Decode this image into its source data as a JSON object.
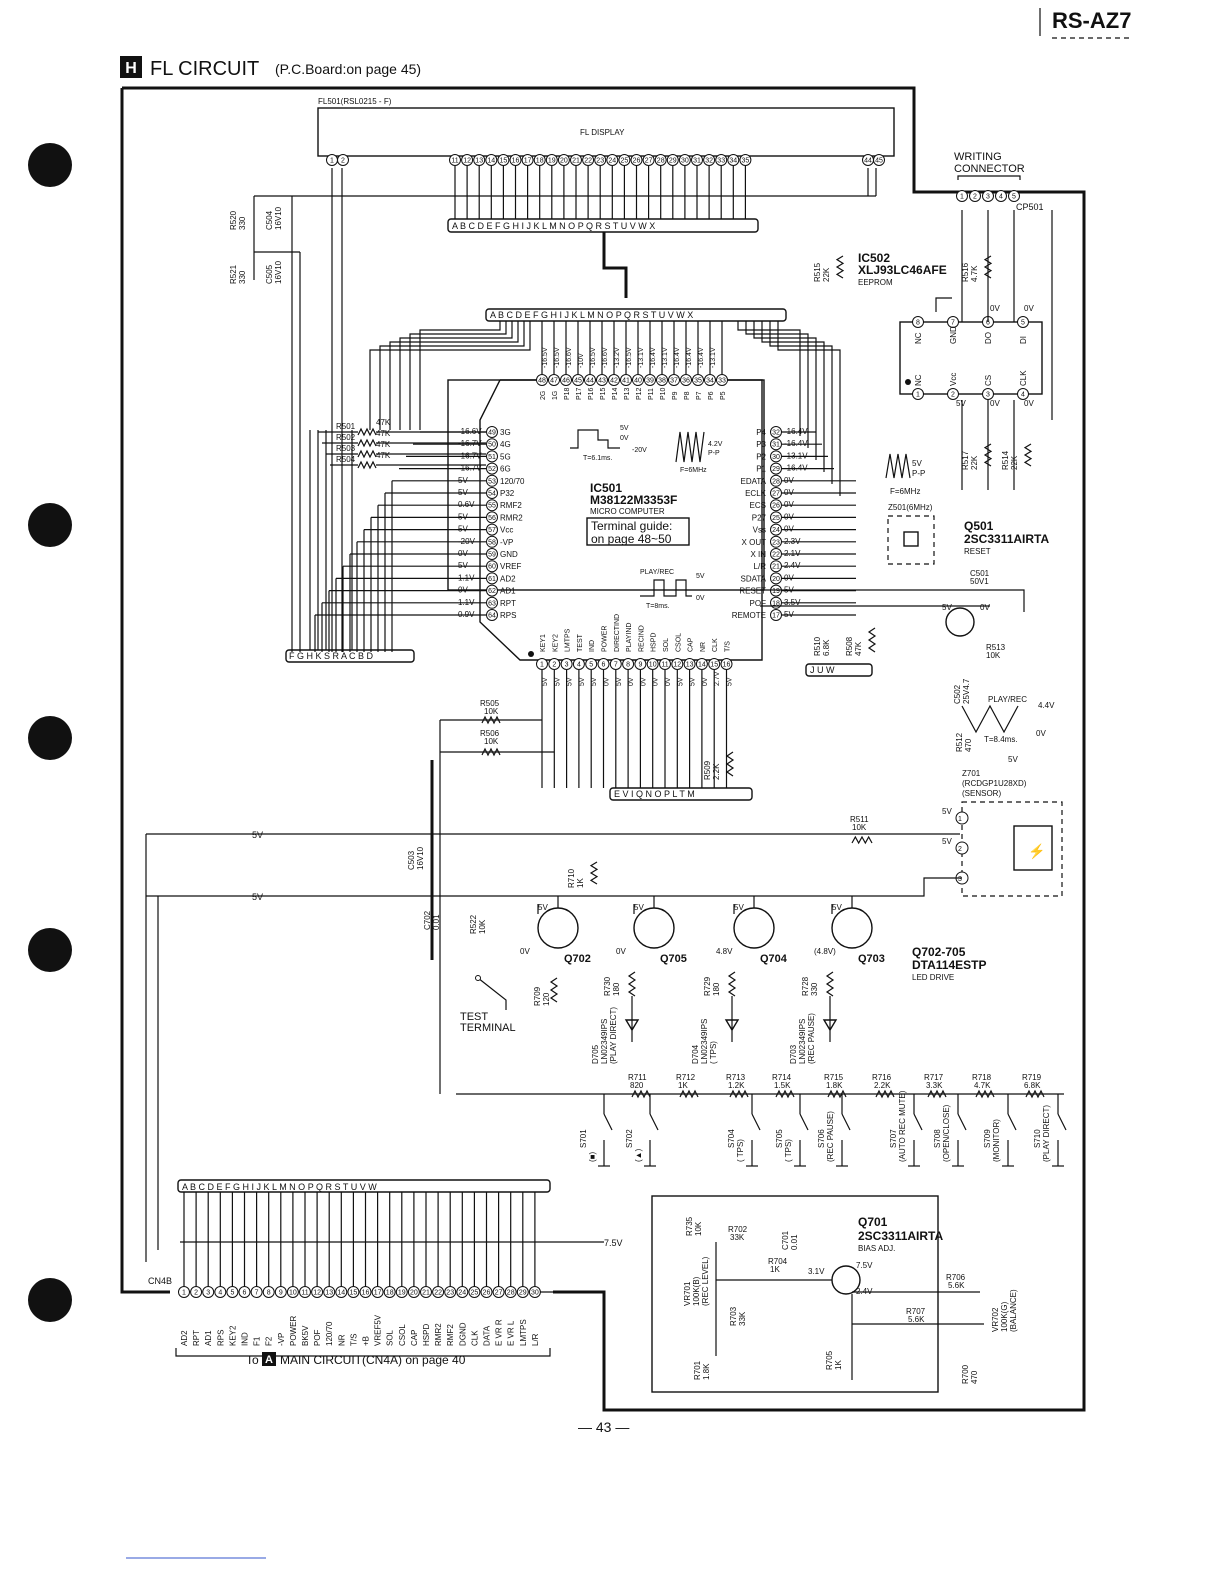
{
  "header": {
    "model": "RS-AZ7",
    "section_letter": "H",
    "section_title": "FL  CIRCUIT",
    "section_subtitle": "(P.C.Board:on page 45)",
    "page_number": "— 43 —"
  },
  "fl_display": {
    "part": "FL501(RSL0215 - F)",
    "name": "FL DISPLAY",
    "left_pins": [
      "1",
      "2"
    ],
    "mid_pins": [
      "11",
      "12",
      "13",
      "14",
      "15",
      "16",
      "17",
      "18",
      "19",
      "20",
      "21",
      "22",
      "23",
      "24",
      "25",
      "26",
      "27",
      "28",
      "29",
      "30",
      "31",
      "32",
      "33",
      "34",
      "35"
    ],
    "right_pins": [
      "44",
      "45"
    ],
    "bus_letters": "A B C D E F   G H I J K L M N O P Q R S T U V W X"
  },
  "writing_connector": {
    "label_1": "WRITING",
    "label_2": "CONNECTOR",
    "part": "CP501",
    "pins": [
      "1",
      "2",
      "3",
      "4",
      "5"
    ]
  },
  "ic502": {
    "ref": "IC502",
    "part": "XLJ93LC46AFE",
    "desc": "EEPROM",
    "top_pins": [
      {
        "n": "8",
        "name": "NC"
      },
      {
        "n": "7",
        "name": "GND"
      },
      {
        "n": "6",
        "name": "DO"
      },
      {
        "n": "5",
        "name": "DI"
      }
    ],
    "bottom_pins": [
      {
        "n": "1",
        "name": "NC"
      },
      {
        "n": "2",
        "name": "Vcc"
      },
      {
        "n": "3",
        "name": "CS"
      },
      {
        "n": "4",
        "name": "CLK"
      }
    ],
    "volts_top": [
      "0V",
      "0V"
    ],
    "volts_bottom": [
      "5V",
      "0V",
      "0V"
    ]
  },
  "ic501": {
    "ref": "IC501",
    "part": "M38122M3353F",
    "desc": "MICRO COMPUTER",
    "guide_1": "Terminal guide:",
    "guide_2": "on page 48~50",
    "top_pins": [
      {
        "n": "48",
        "name": "2G"
      },
      {
        "n": "47",
        "name": "1G"
      },
      {
        "n": "46",
        "name": "P18"
      },
      {
        "n": "45",
        "name": "P17"
      },
      {
        "n": "44",
        "name": "P16"
      },
      {
        "n": "43",
        "name": "P15"
      },
      {
        "n": "42",
        "name": "P14"
      },
      {
        "n": "41",
        "name": "P13"
      },
      {
        "n": "40",
        "name": "P12"
      },
      {
        "n": "39",
        "name": "P11"
      },
      {
        "n": "38",
        "name": "P10"
      },
      {
        "n": "37",
        "name": "P9"
      },
      {
        "n": "36",
        "name": "P8"
      },
      {
        "n": "35",
        "name": "P7"
      },
      {
        "n": "34",
        "name": "P6"
      },
      {
        "n": "33",
        "name": "P5"
      }
    ],
    "top_volts": [
      "-16.5V",
      "-16.5V",
      "-16.6V",
      "-10V",
      "-16.5V",
      "-16.6V",
      "-13.2V",
      "-16.5V",
      "-13.1V",
      "-16.4V",
      "-13.1V",
      "-16.4V",
      "-16.4V",
      "-16.4V",
      "-13.1V"
    ],
    "left_pins": [
      {
        "n": "49",
        "name": "3G",
        "v": "-16.6V"
      },
      {
        "n": "50",
        "name": "4G",
        "v": "-16.7V"
      },
      {
        "n": "51",
        "name": "5G",
        "v": "-16.7V"
      },
      {
        "n": "52",
        "name": "6G",
        "v": "-16.7V"
      },
      {
        "n": "53",
        "name": "120/70",
        "v": "5V"
      },
      {
        "n": "54",
        "name": "P32",
        "v": "5V"
      },
      {
        "n": "55",
        "name": "RMF2",
        "v": "0.6V"
      },
      {
        "n": "56",
        "name": "RMR2",
        "v": "5V"
      },
      {
        "n": "57",
        "name": "Vcc",
        "v": "5V"
      },
      {
        "n": "58",
        "name": "-VP",
        "v": "-20V"
      },
      {
        "n": "59",
        "name": "GND",
        "v": "0V"
      },
      {
        "n": "60",
        "name": "VREF",
        "v": "5V"
      },
      {
        "n": "61",
        "name": "AD2",
        "v": "1.1V"
      },
      {
        "n": "62",
        "name": "AD1",
        "v": "0V"
      },
      {
        "n": "63",
        "name": "RPT",
        "v": "1.1V"
      },
      {
        "n": "64",
        "name": "RPS",
        "v": "0.9V"
      }
    ],
    "right_pins": [
      {
        "n": "32",
        "name": "P4",
        "v": "-16.4V"
      },
      {
        "n": "31",
        "name": "P3",
        "v": "-16.4V"
      },
      {
        "n": "30",
        "name": "P2",
        "v": "-13.1V"
      },
      {
        "n": "29",
        "name": "P1",
        "v": "-16.4V"
      },
      {
        "n": "28",
        "name": "EDATA",
        "v": "0V"
      },
      {
        "n": "27",
        "name": "ECLK",
        "v": "0V"
      },
      {
        "n": "26",
        "name": "ECS",
        "v": "0V"
      },
      {
        "n": "25",
        "name": "P27",
        "v": "0V"
      },
      {
        "n": "24",
        "name": "Vss",
        "v": "0V"
      },
      {
        "n": "23",
        "name": "X OUT",
        "v": "2.3V"
      },
      {
        "n": "22",
        "name": "X IN",
        "v": "2.1V"
      },
      {
        "n": "21",
        "name": "L/R",
        "v": "2.4V"
      },
      {
        "n": "20",
        "name": "SDATA",
        "v": "0V"
      },
      {
        "n": "19",
        "name": "RESET",
        "v": "5V"
      },
      {
        "n": "18",
        "name": "POF",
        "v": "3.5V"
      },
      {
        "n": "17",
        "name": "REMOTE",
        "v": "5V"
      }
    ],
    "bottom_pins": [
      {
        "n": "1",
        "name": "KEY1"
      },
      {
        "n": "2",
        "name": "KEY2"
      },
      {
        "n": "3",
        "name": "LMTPS"
      },
      {
        "n": "4",
        "name": "TEST"
      },
      {
        "n": "5",
        "name": "IND"
      },
      {
        "n": "6",
        "name": "POWER"
      },
      {
        "n": "7",
        "name": "DIRECTIND"
      },
      {
        "n": "8",
        "name": "PLAYIND"
      },
      {
        "n": "9",
        "name": "RECIND"
      },
      {
        "n": "10",
        "name": "HSPD"
      },
      {
        "n": "11",
        "name": "SOL"
      },
      {
        "n": "12",
        "name": "CSOL"
      },
      {
        "n": "13",
        "name": "CAP"
      },
      {
        "n": "14",
        "name": "NR"
      },
      {
        "n": "15",
        "name": "CLK"
      },
      {
        "n": "16",
        "name": "T/S"
      }
    ],
    "bottom_volts": [
      "5V",
      "5V",
      "5V",
      "5V",
      "5V",
      "0V",
      "5V",
      "0V",
      "0V",
      "0V",
      "0V",
      "5V",
      "5V",
      "0V",
      "2.7V",
      "5V"
    ],
    "waveform_1": {
      "t": "T=6.1ms.",
      "hi": "5V",
      "mid": "0V",
      "lo": "-20V"
    },
    "waveform_2": {
      "f": "F=6MHz",
      "amp": "4.2V",
      "pp": "P-P"
    },
    "waveform_3": {
      "title": "PLAY/REC",
      "hi": "5V",
      "lo": "0V",
      "t": "T=8ms."
    }
  },
  "resistors_left": [
    {
      "ref": "R501",
      "val": "47K"
    },
    {
      "ref": "R502",
      "val": "47K"
    },
    {
      "ref": "R503",
      "val": "47K"
    },
    {
      "ref": "R504",
      "val": "47K"
    }
  ],
  "left_caps": [
    {
      "ref": "R520",
      "val": "330"
    },
    {
      "ref": "C504",
      "val": "16V10"
    },
    {
      "ref": "R521",
      "val": "330"
    },
    {
      "ref": "C505",
      "val": "16V10"
    }
  ],
  "left_bus": "F G H K S R A C B D",
  "mid_parts": [
    {
      "ref": "R505",
      "val": "10K"
    },
    {
      "ref": "R506",
      "val": "10K"
    },
    {
      "ref": "R509",
      "val": "2.2K"
    },
    {
      "ref": "R511",
      "val": "10K"
    },
    {
      "ref": "R510",
      "val": "6.8K"
    },
    {
      "ref": "R508",
      "val": "47K"
    },
    {
      "ref": "R513",
      "val": "10K"
    },
    {
      "ref": "R512",
      "val": "470"
    },
    {
      "ref": "R515",
      "val": "22K"
    },
    {
      "ref": "R516",
      "val": "4.7K"
    },
    {
      "ref": "R517",
      "val": "22K"
    },
    {
      "ref": "R514",
      "val": "22K"
    },
    {
      "ref": "C503",
      "val": "16V10"
    },
    {
      "ref": "C702",
      "val": "0.01"
    },
    {
      "ref": "R522",
      "val": "10K"
    },
    {
      "ref": "R710",
      "val": "1K"
    },
    {
      "ref": "C501",
      "val": "50V1"
    },
    {
      "ref": "C502",
      "val": "25V4.7"
    }
  ],
  "bus_evi": "E V I Q N O P L   T M",
  "bus_juw": "J   U   W",
  "crystal": {
    "ref": "Z501(6MHz)",
    "f": "F=6MHz",
    "amp": "5V",
    "pp": "P-P"
  },
  "q501": {
    "ref": "Q501",
    "part": "2SC3311AIRTA",
    "desc": "RESET"
  },
  "play_rec_wave": {
    "title": "PLAY/REC",
    "hi": "4.4V",
    "lo": "0V",
    "t": "T=8.4ms."
  },
  "z701": {
    "ref": "Z701",
    "part": "(RCDGP1U28XD)",
    "desc": "(SENSOR)",
    "v1": "5V",
    "v2": "5V"
  },
  "rails": {
    "v5_1": "5V",
    "v5_2": "5V",
    "v75": "7.5V",
    "v5_sensor": "5V"
  },
  "led_drivers": [
    {
      "ref": "Q702",
      "b": "5V",
      "e": "0V"
    },
    {
      "ref": "Q705",
      "b": "5V",
      "e": "0V"
    },
    {
      "ref": "Q704",
      "b": "5V",
      "e": "4.8V"
    },
    {
      "ref": "Q703",
      "b": "5V",
      "e": "(4.8V)"
    }
  ],
  "led_driver_desc": {
    "ref": "Q702-705",
    "part": "DTA114ESTP",
    "desc": "LED DRIVE"
  },
  "leds": [
    {
      "ref": "D705",
      "part": "LN02349IPS",
      "desc": "(PLAY DIRECT)",
      "r": "R730",
      "rv": "180"
    },
    {
      "ref": "D704",
      "part": "LN02349IPS",
      "desc": "( TPS)",
      "r": "R729",
      "rv": "180"
    },
    {
      "ref": "D703",
      "part": "LN02349IPS",
      "desc": "(REC PAUSE)",
      "r": "R728",
      "rv": "330"
    }
  ],
  "test_terminal": {
    "l1": "TEST",
    "l2": "TERMINAL",
    "r": "R709",
    "rv": "120"
  },
  "key_ladder": [
    {
      "ref": "R711",
      "val": "820"
    },
    {
      "ref": "R712",
      "val": "1K"
    },
    {
      "ref": "R713",
      "val": "1.2K"
    },
    {
      "ref": "R714",
      "val": "1.5K"
    },
    {
      "ref": "R715",
      "val": "1.8K"
    },
    {
      "ref": "R716",
      "val": "2.2K"
    },
    {
      "ref": "R717",
      "val": "3.3K"
    },
    {
      "ref": "R718",
      "val": "4.7K"
    },
    {
      "ref": "R719",
      "val": "6.8K"
    }
  ],
  "switches": [
    {
      "ref": "S701",
      "desc": "(■)"
    },
    {
      "ref": "S702",
      "desc": "(▲)"
    },
    {
      "ref": "S704",
      "desc": "( TPS)"
    },
    {
      "ref": "S705",
      "desc": "( TPS)"
    },
    {
      "ref": "S706",
      "desc": "(REC PAUSE)"
    },
    {
      "ref": "S707",
      "desc": "(AUTO REC MUTE)"
    },
    {
      "ref": "S708",
      "desc": "(OPEN/CLOSE)"
    },
    {
      "ref": "S709",
      "desc": "(MONITOR)"
    },
    {
      "ref": "S710",
      "desc": "(PLAY DIRECT)"
    }
  ],
  "cn4b": {
    "ref": "CN4B",
    "bus": "A B C D E   F G H I   J K L M   N O P Q R S   T U   V W",
    "pins": [
      {
        "n": "1",
        "name": "AD2"
      },
      {
        "n": "2",
        "name": "RPT"
      },
      {
        "n": "3",
        "name": "AD1"
      },
      {
        "n": "4",
        "name": "RPS"
      },
      {
        "n": "5",
        "name": "KEY2"
      },
      {
        "n": "6",
        "name": "IND"
      },
      {
        "n": "7",
        "name": "F1"
      },
      {
        "n": "8",
        "name": "F2"
      },
      {
        "n": "9",
        "name": "-VP"
      },
      {
        "n": "10",
        "name": "POWER"
      },
      {
        "n": "11",
        "name": "BK5V"
      },
      {
        "n": "12",
        "name": "POF"
      },
      {
        "n": "13",
        "name": "120/70"
      },
      {
        "n": "14",
        "name": "NR"
      },
      {
        "n": "15",
        "name": "T/S"
      },
      {
        "n": "16",
        "name": "+B"
      },
      {
        "n": "17",
        "name": "VREF5V"
      },
      {
        "n": "18",
        "name": "SOL"
      },
      {
        "n": "19",
        "name": "CSOL"
      },
      {
        "n": "20",
        "name": "CAP"
      },
      {
        "n": "21",
        "name": "HSPD"
      },
      {
        "n": "22",
        "name": "RMR2"
      },
      {
        "n": "23",
        "name": "RMF2"
      },
      {
        "n": "24",
        "name": "DGND"
      },
      {
        "n": "25",
        "name": "CLK"
      },
      {
        "n": "26",
        "name": "DATA"
      },
      {
        "n": "27",
        "name": "E VR R"
      },
      {
        "n": "28",
        "name": "E VR L"
      },
      {
        "n": "29",
        "name": "LMTPS"
      },
      {
        "n": "30",
        "name": "L/R"
      }
    ],
    "to_prefix": "To",
    "to_letter": "A",
    "to_text": "MAIN CIRCUIT(CN4A) on page 40"
  },
  "q701": {
    "ref": "Q701",
    "part": "2SC3311AIRTA",
    "desc": "BIAS ADJ.",
    "v_c": "7.5V",
    "v_b": "3.1V",
    "v_e": "2.4V"
  },
  "bias_parts": [
    {
      "ref": "R735",
      "val": "10K"
    },
    {
      "ref": "R702",
      "val": "33K"
    },
    {
      "ref": "C701",
      "val": "0.01"
    },
    {
      "ref": "R704",
      "val": "1K"
    },
    {
      "ref": "VR701",
      "val": "100K(B)",
      "desc": "(REC LEVEL)"
    },
    {
      "ref": "R703",
      "val": "33K"
    },
    {
      "ref": "R706",
      "val": "5.6K"
    },
    {
      "ref": "R707",
      "val": "5.6K"
    },
    {
      "ref": "VR702",
      "val": "100K(G)",
      "desc": "(BALANCE)"
    },
    {
      "ref": "R701",
      "val": "1.8K"
    },
    {
      "ref": "R705",
      "val": "1K"
    },
    {
      "ref": "R700",
      "val": "470"
    }
  ]
}
